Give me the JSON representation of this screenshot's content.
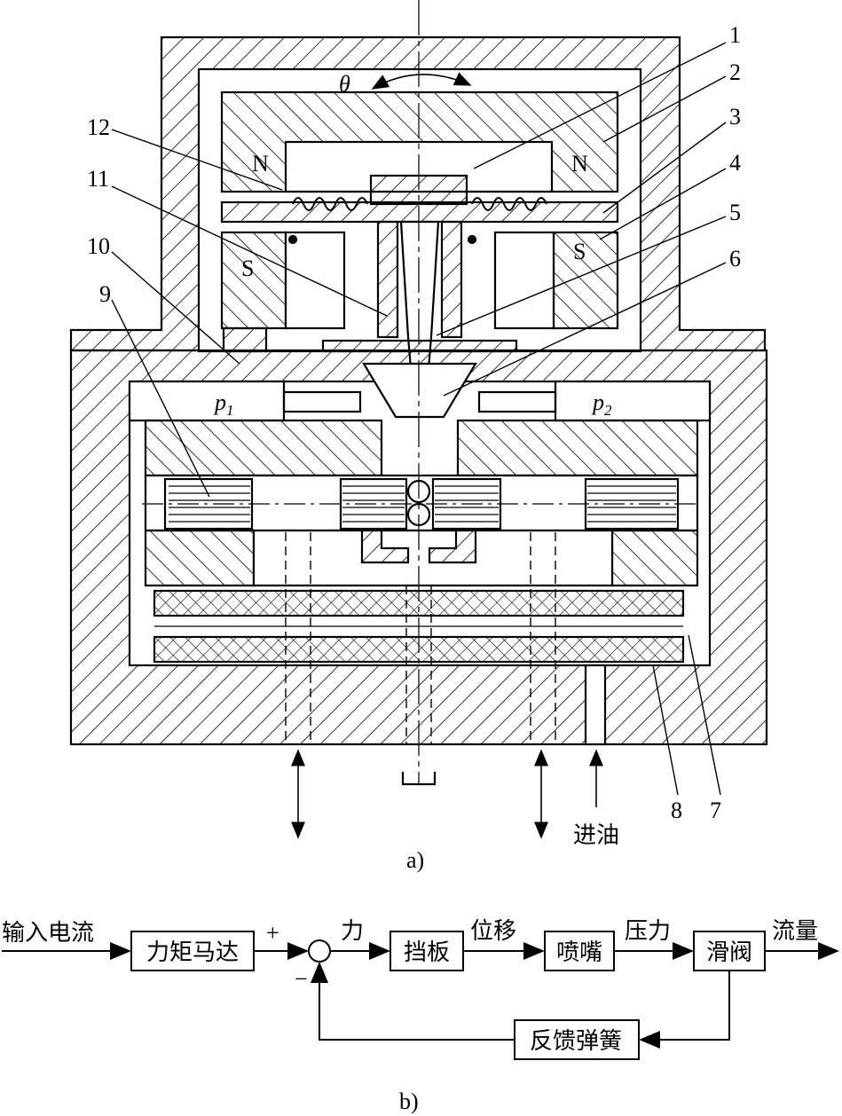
{
  "figure_a": {
    "caption": "a)",
    "theta": "θ",
    "poles": {
      "n_left": "N",
      "n_right": "N",
      "s_left": "S",
      "s_right": "S"
    },
    "pressures": {
      "p1_base": "p",
      "p1_sub": "1",
      "p2_base": "p",
      "p2_sub": "2"
    },
    "callouts": [
      "1",
      "2",
      "3",
      "4",
      "5",
      "6",
      "7",
      "8",
      "9",
      "10",
      "11",
      "12"
    ],
    "oil_inlet": "进油"
  },
  "figure_b": {
    "caption": "b)",
    "input": "输入电流",
    "blocks": {
      "torque_motor": "力矩马达",
      "flapper": "挡板",
      "nozzle": "喷嘴",
      "spool": "滑阀",
      "feedback": "反馈弹簧"
    },
    "signals": {
      "force": "力",
      "displacement": "位移",
      "pressure": "压力",
      "flow": "流量"
    },
    "signs": {
      "plus": "+",
      "minus": "−"
    }
  },
  "colors": {
    "line": "#000000",
    "background": "#ffffff"
  }
}
